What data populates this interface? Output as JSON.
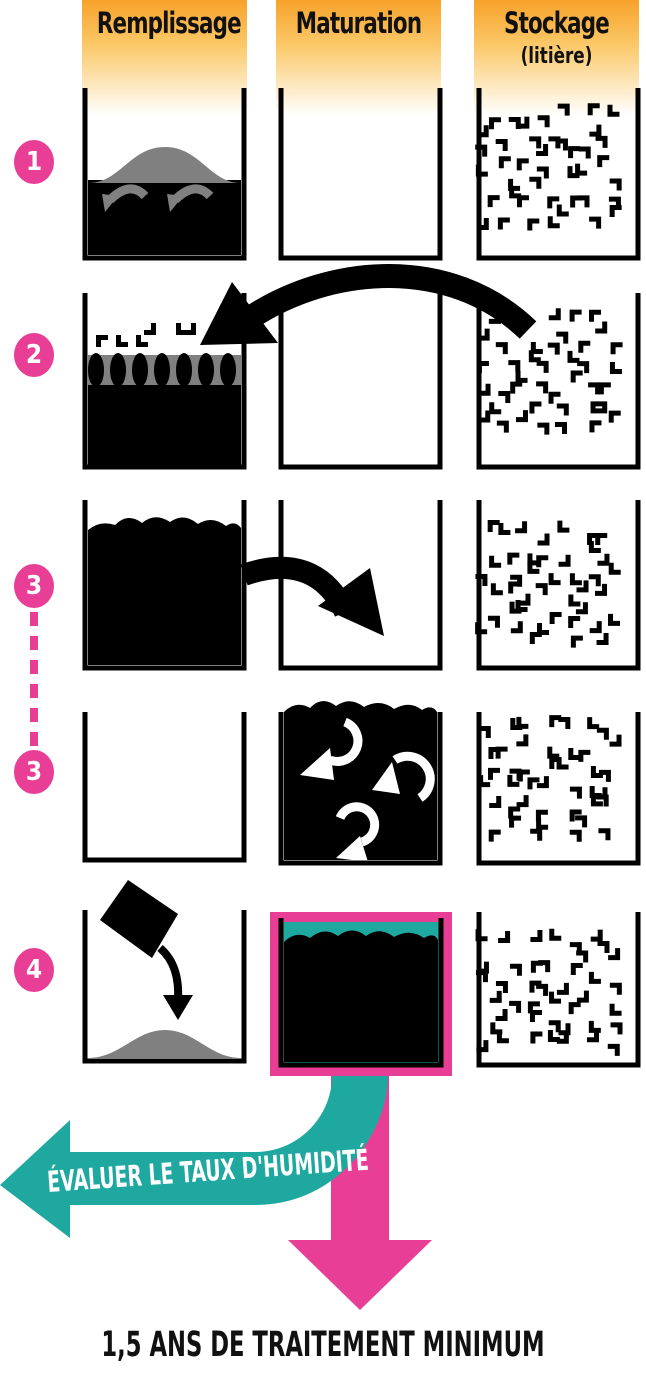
{
  "columns": [
    {
      "title": "Remplissage",
      "subtitle": ""
    },
    {
      "title": "Maturation",
      "subtitle": ""
    },
    {
      "title": "Stockage",
      "subtitle": "(litière)"
    }
  ],
  "steps": [
    "1",
    "2",
    "3",
    "3",
    "4"
  ],
  "humidity_label": "ÉVALUER LE TAUX D'HUMIDITÉ",
  "bottom_caption": "1,5 ANS DE TRAITEMENT MINIMUM",
  "colors": {
    "header_orange": "#f7a22a",
    "step_pink": "#e83e96",
    "teal": "#1fa8a0",
    "pile_grey": "#7a7a7a"
  }
}
